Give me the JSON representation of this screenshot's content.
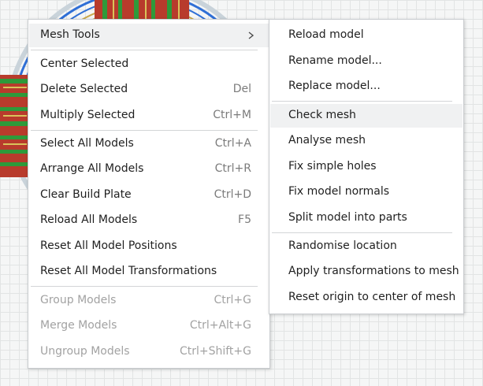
{
  "context_menu": {
    "items": [
      {
        "label": "Mesh Tools",
        "shortcut": ""
      },
      {
        "label": "Center Selected",
        "shortcut": ""
      },
      {
        "label": "Delete Selected",
        "shortcut": "Del"
      },
      {
        "label": "Multiply Selected",
        "shortcut": "Ctrl+M"
      },
      {
        "label": "Select All Models",
        "shortcut": "Ctrl+A"
      },
      {
        "label": "Arrange All Models",
        "shortcut": "Ctrl+R"
      },
      {
        "label": "Clear Build Plate",
        "shortcut": "Ctrl+D"
      },
      {
        "label": "Reload All Models",
        "shortcut": "F5"
      },
      {
        "label": "Reset All Model Positions",
        "shortcut": ""
      },
      {
        "label": "Reset All Model Transformations",
        "shortcut": ""
      },
      {
        "label": "Group Models",
        "shortcut": "Ctrl+G"
      },
      {
        "label": "Merge Models",
        "shortcut": "Ctrl+Alt+G"
      },
      {
        "label": "Ungroup Models",
        "shortcut": "Ctrl+Shift+G"
      }
    ]
  },
  "mesh_tools_submenu": {
    "items": [
      {
        "label": "Reload model"
      },
      {
        "label": "Rename model..."
      },
      {
        "label": "Replace model..."
      },
      {
        "label": "Check mesh"
      },
      {
        "label": "Analyse mesh"
      },
      {
        "label": "Fix simple holes"
      },
      {
        "label": "Fix model normals"
      },
      {
        "label": "Split model into parts"
      },
      {
        "label": "Randomise location"
      },
      {
        "label": "Apply transformations to mesh"
      },
      {
        "label": "Reset origin to center of mesh"
      }
    ]
  },
  "icons": {
    "submenu_arrow": "chevron-right-icon"
  },
  "colors": {
    "menu_background": "#ffffff",
    "highlight": "#f0f1f2",
    "text": "#1f1f1f",
    "shortcut_text": "#7b7b7b",
    "disabled_text": "#a2a2a2",
    "separator": "#d3d5d7"
  }
}
